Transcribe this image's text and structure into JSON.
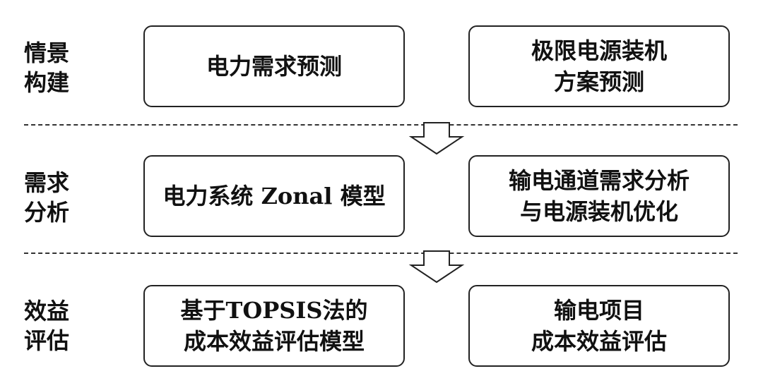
{
  "stages": [
    {
      "label": "情景\n构建",
      "left_box": "电力需求预测",
      "right_box": "极限电源装机\n方案预测"
    },
    {
      "label": "需求\n分析",
      "left_box": "电力系统 Zonal 模型",
      "right_box": "输电通道需求分析\n与电源装机优化"
    },
    {
      "label": "效益\n评估",
      "left_box": "基于TOPSIS法的\n成本效益评估模型",
      "right_box": "输电项目\n成本效益评估"
    }
  ],
  "colors": {
    "stroke": "#222222",
    "text": "#111111",
    "background": "#ffffff"
  }
}
